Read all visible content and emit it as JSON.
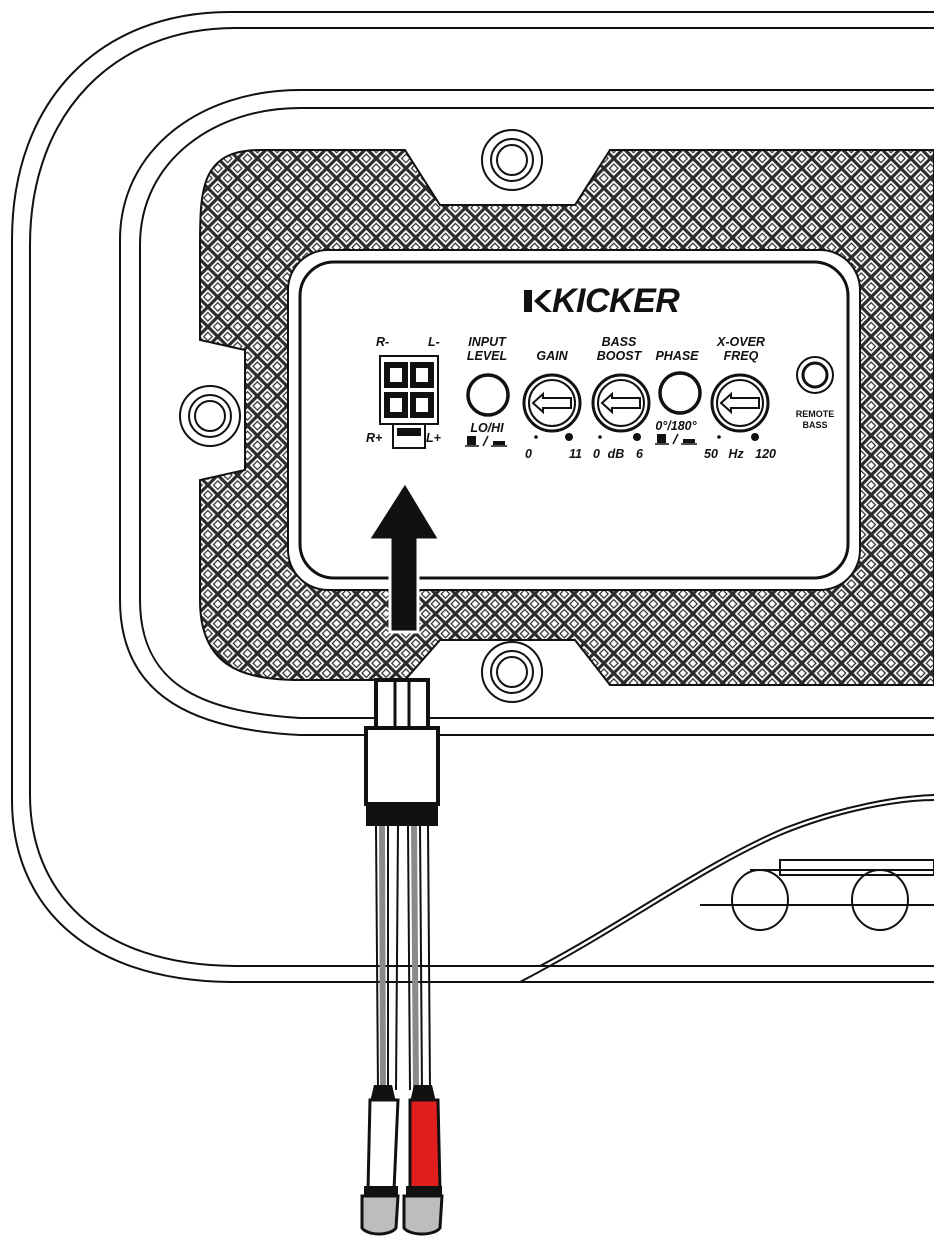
{
  "panel": {
    "brand": "KICKER",
    "connector": {
      "r_minus": "R-",
      "l_minus": "L-",
      "r_plus": "R+",
      "l_plus": "L+"
    },
    "controls": [
      {
        "label_line1": "INPUT",
        "label_line2": "LEVEL",
        "bottom": "LO/HI",
        "type": "switch"
      },
      {
        "label_line1": "",
        "label_line2": "GAIN",
        "scale_min": "0",
        "scale_max": "11",
        "type": "knob"
      },
      {
        "label_line1": "BASS",
        "label_line2": "BOOST",
        "scale_min": "0",
        "scale_unit": "dB",
        "scale_max": "6",
        "type": "knob"
      },
      {
        "label_line1": "",
        "label_line2": "PHASE",
        "bottom": "0°/180°",
        "type": "switch"
      },
      {
        "label_line1": "X-OVER",
        "label_line2": "FREQ",
        "scale_min": "50",
        "scale_unit": "Hz",
        "scale_max": "120",
        "type": "knob"
      }
    ],
    "remote": {
      "line1": "REMOTE",
      "line2": "BASS"
    }
  },
  "colors": {
    "outline": "#111111",
    "grille": "#3a3a3a",
    "panel_fill": "#ffffff",
    "rca_white": "#ffffff",
    "rca_red": "#e01e1e",
    "rca_tip": "#bdbdbd",
    "wire_grey": "#8a8a8a"
  }
}
